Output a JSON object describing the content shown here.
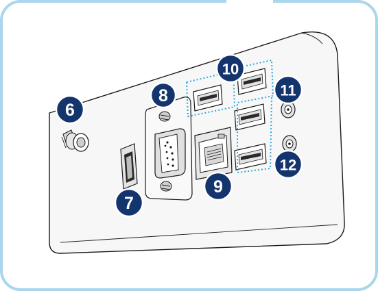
{
  "figure": {
    "description_labels": [
      {
        "id": "callout-6",
        "text": "6",
        "part": "antenna-connector"
      },
      {
        "id": "callout-7",
        "text": "7",
        "part": "hdmi-port"
      },
      {
        "id": "callout-8",
        "text": "8",
        "part": "serial-port"
      },
      {
        "id": "callout-9",
        "text": "9",
        "part": "lan-port"
      },
      {
        "id": "callout-10",
        "text": "10",
        "part": "usb-ports"
      },
      {
        "id": "callout-11",
        "text": "11",
        "part": "audio-jack-top"
      },
      {
        "id": "callout-12",
        "text": "12",
        "part": "audio-jack-bottom"
      }
    ],
    "colors": {
      "frame_border": "#a9d6ea",
      "callout_fill": "#14346e",
      "dotted_guide": "#2fa6d8",
      "device_panel": "#f7f7f7",
      "line": "#1a1a1a"
    }
  }
}
